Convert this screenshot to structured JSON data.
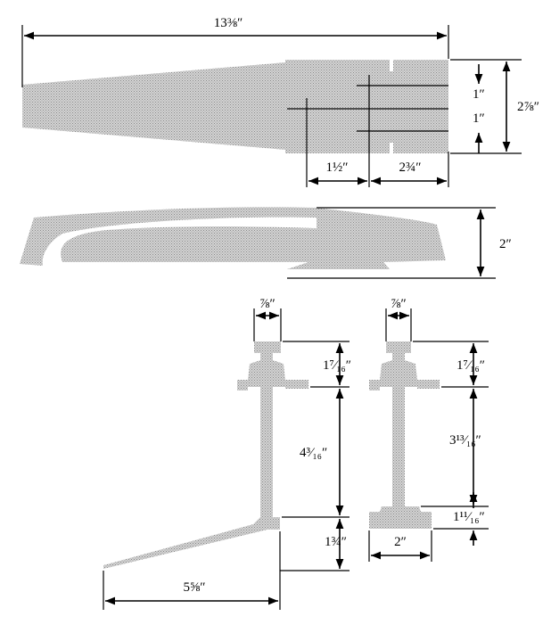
{
  "dimensions": {
    "top_length": "13⅜″",
    "top_height": "2⅞″",
    "top_spacing_1": "1″",
    "top_spacing_2": "1″",
    "top_offset_1": "1½″",
    "top_offset_2": "2¾″",
    "side_height": "2″",
    "post_left_width": "⅞″",
    "post_left_head": "1⁷⁄₁₆″",
    "post_left_shaft": "4³⁄₁₆″",
    "post_left_base": "1¾″",
    "post_left_foot": "5⅝″",
    "post_right_width": "⅞″",
    "post_right_head": "1⁷⁄₁₆″",
    "post_right_shaft": "3¹³⁄₁₆″",
    "post_right_base": "1¹¹⁄₁₆″",
    "post_right_foot": "2″"
  }
}
